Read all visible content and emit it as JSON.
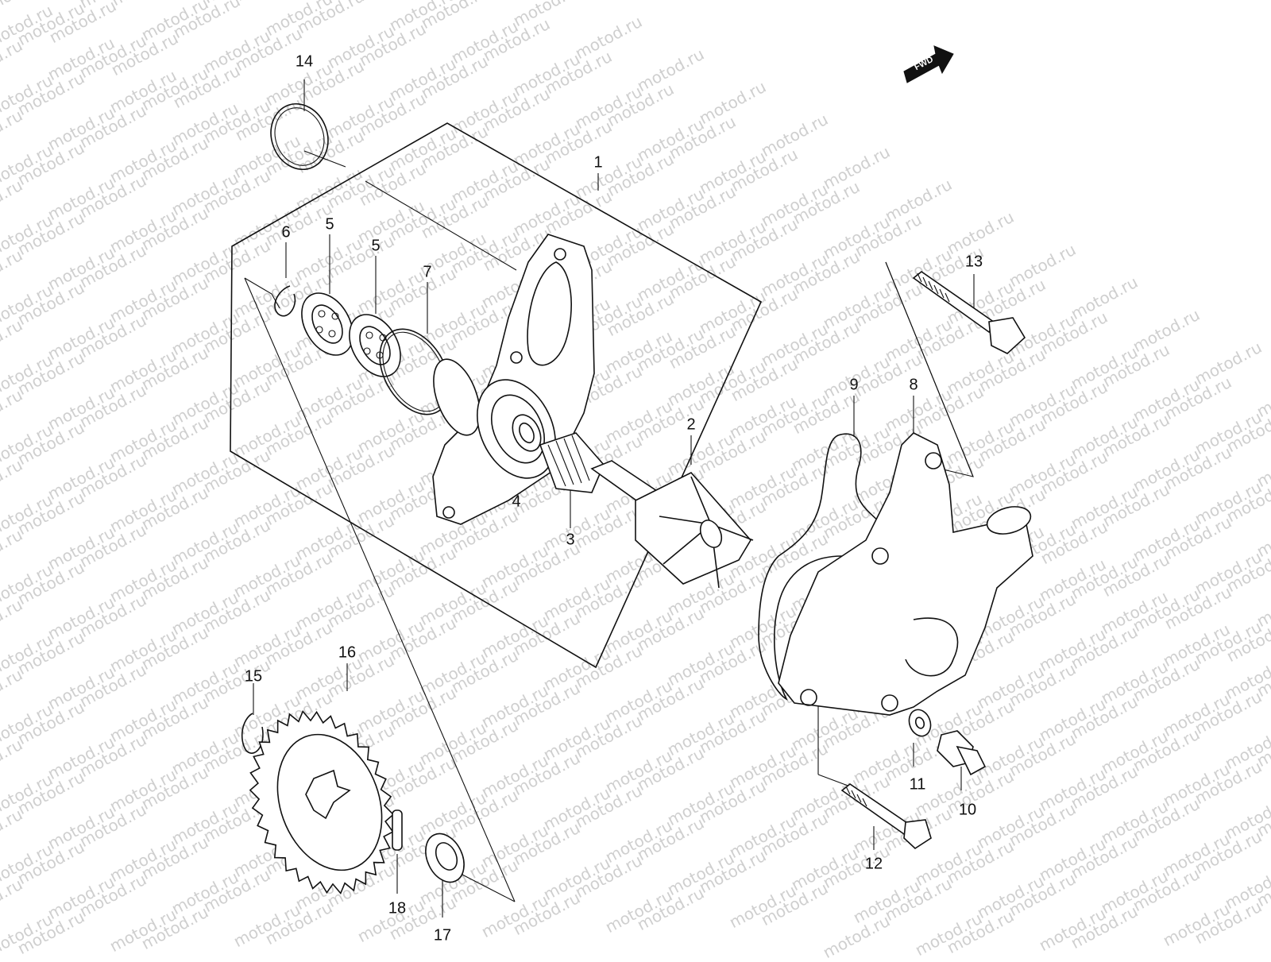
{
  "watermark": "motod.ru",
  "fwd_label": "FWD",
  "labels": [
    "1",
    "2",
    "3",
    "4",
    "5",
    "5",
    "6",
    "7",
    "8",
    "9",
    "10",
    "11",
    "12",
    "13",
    "14",
    "15",
    "16",
    "17",
    "18"
  ]
}
